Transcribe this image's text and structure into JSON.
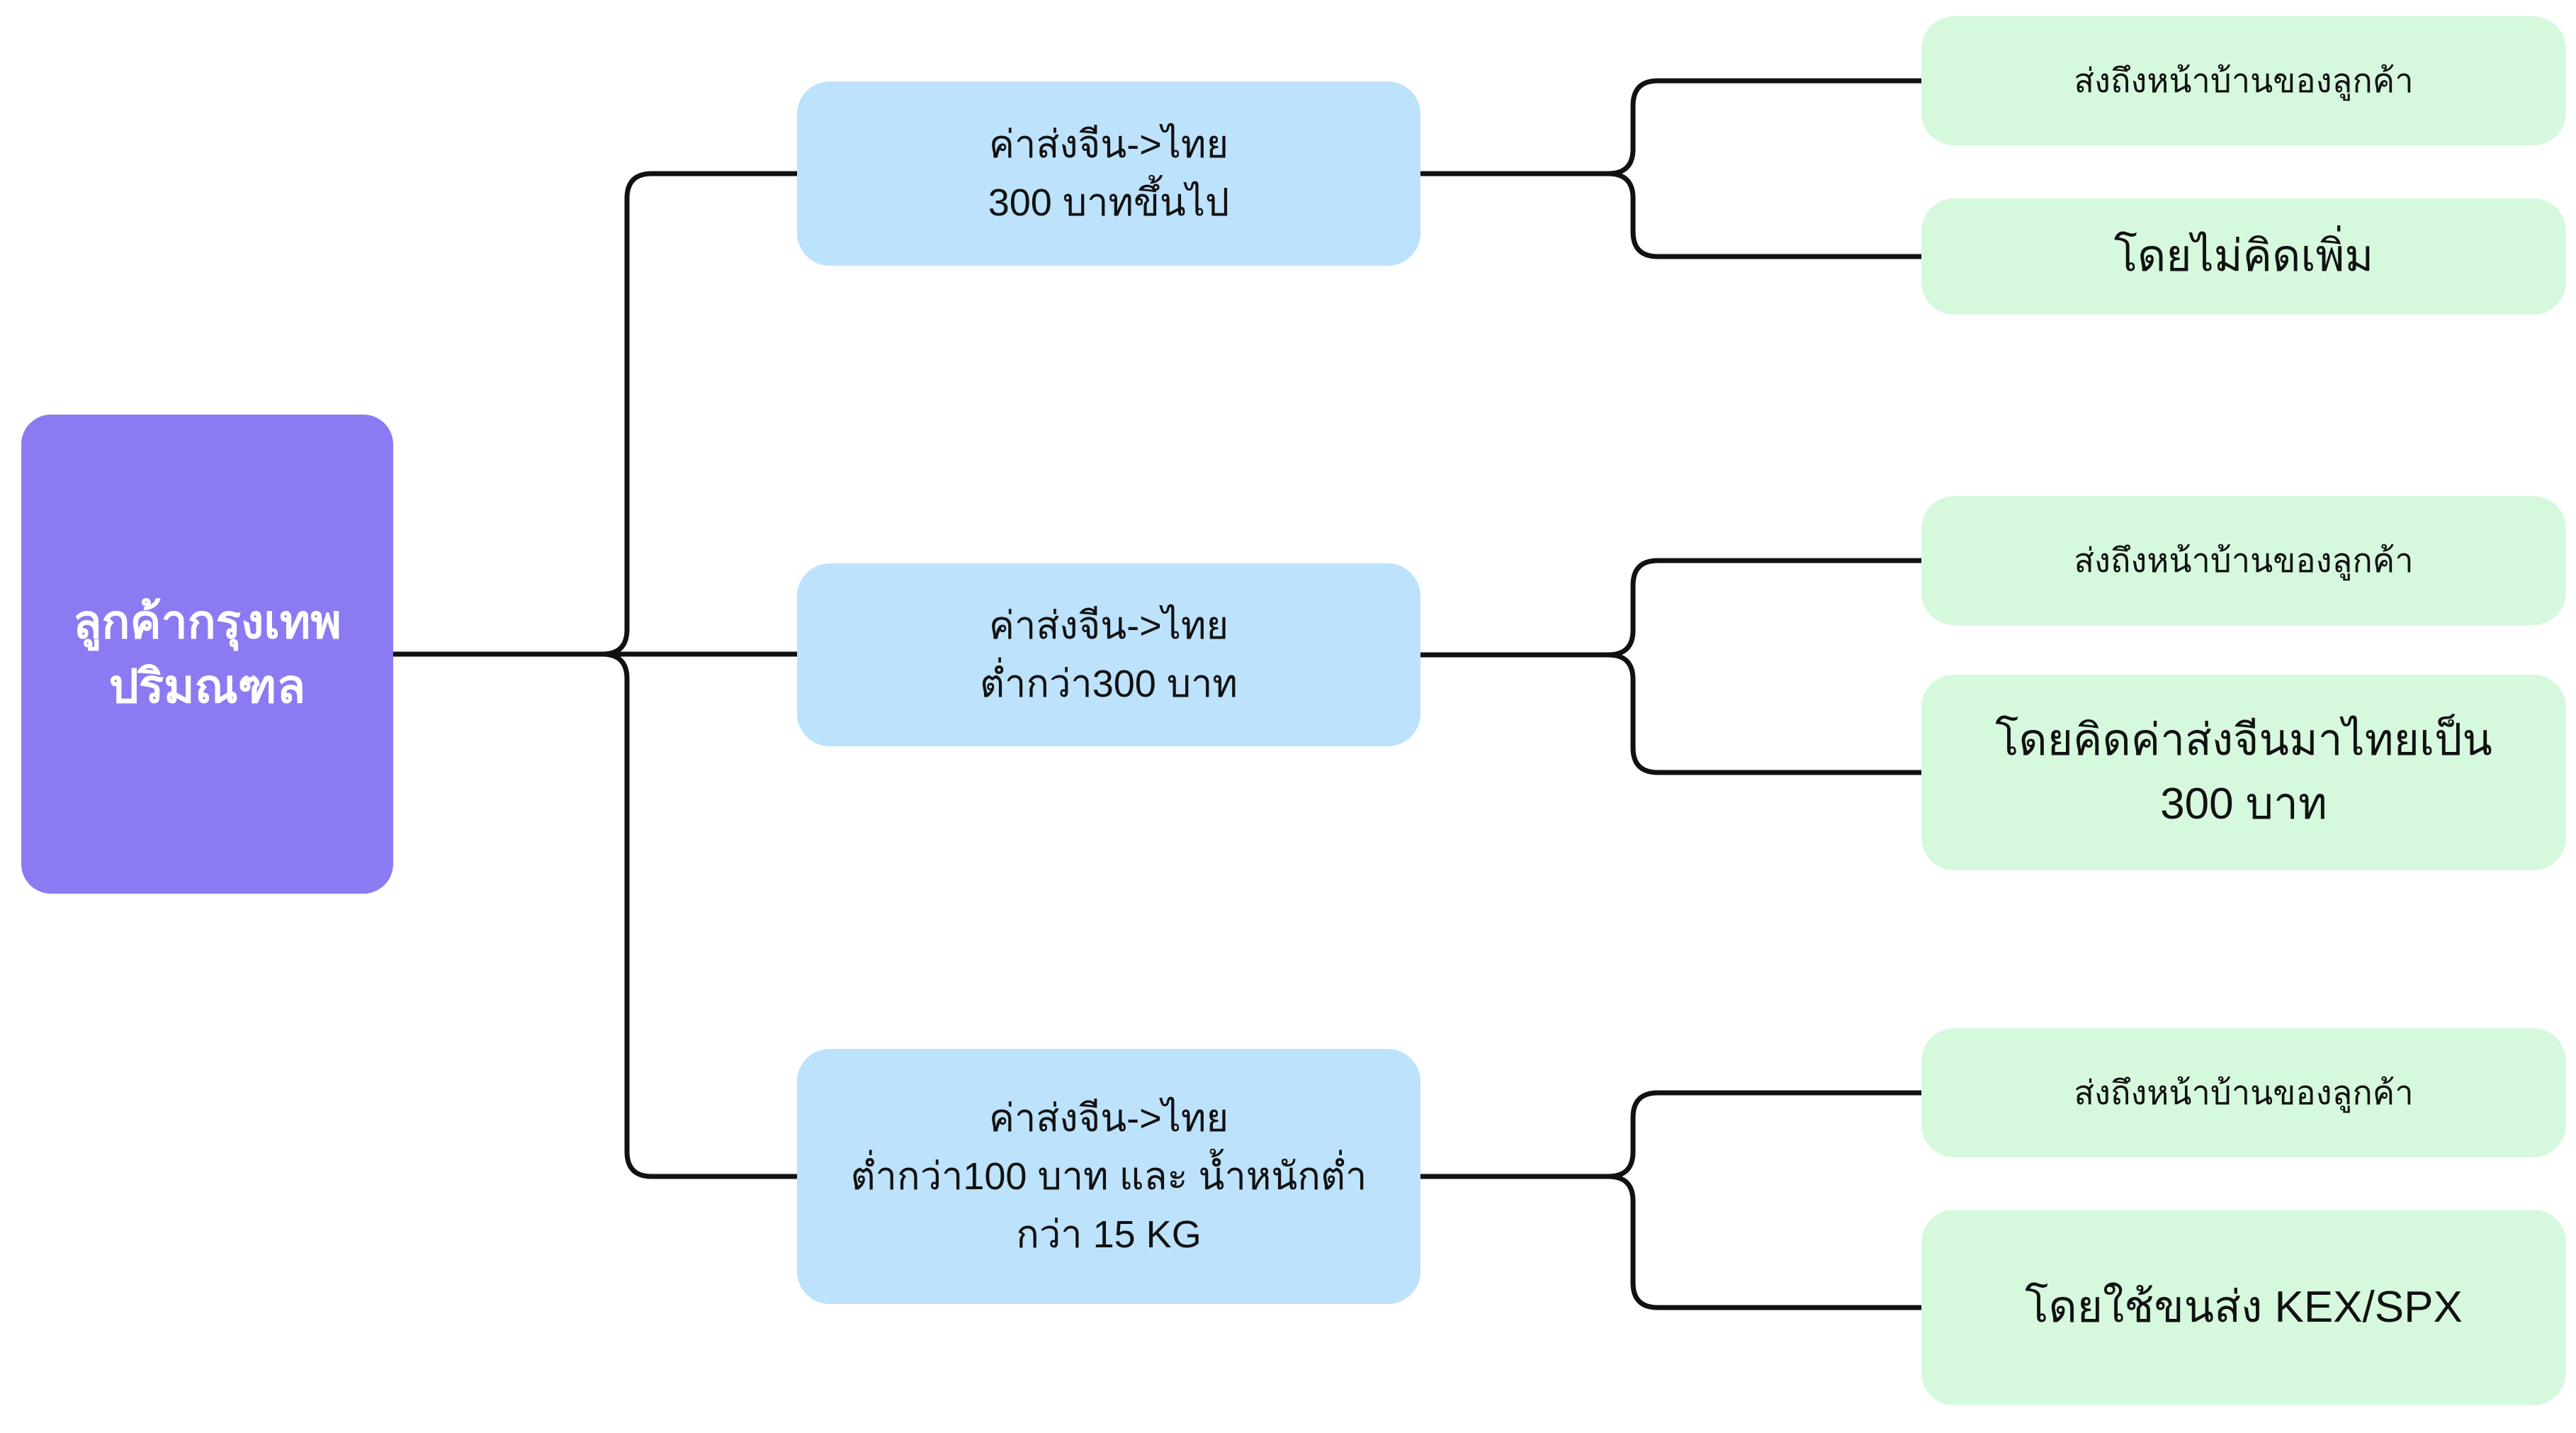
{
  "root": {
    "label": "ลูกค้ากรุงเทพ\nปริมณฑล"
  },
  "branches": [
    {
      "condition": "ค่าส่งจีน->ไทย\n300 บาทขึ้นไป",
      "outcomes": [
        {
          "label": "ส่งถึงหน้าบ้านของลูกค้า"
        },
        {
          "label": "โดยไม่คิดเพิ่ม"
        }
      ]
    },
    {
      "condition": "ค่าส่งจีน->ไทย\nต่ำกว่า300 บาท",
      "outcomes": [
        {
          "label": "ส่งถึงหน้าบ้านของลูกค้า"
        },
        {
          "label": "โดยคิดค่าส่งจีนมาไทยเป็น\n300 บาท"
        }
      ]
    },
    {
      "condition": "ค่าส่งจีน->ไทย\nต่ำกว่า100 บาท และ น้ำหนักต่ำ\nกว่า 15 KG",
      "outcomes": [
        {
          "label": "ส่งถึงหน้าบ้านของลูกค้า"
        },
        {
          "label": "โดยใช้ขนส่ง KEX/SPX"
        }
      ]
    }
  ],
  "colors": {
    "canvas_bg": "#ffffff",
    "root_bg": "#8b7bf2",
    "root_text": "#ffffff",
    "condition_bg": "#bde2fb",
    "outcome_bg": "#d6f9de",
    "node_text": "#111111",
    "connector": "#111111"
  }
}
